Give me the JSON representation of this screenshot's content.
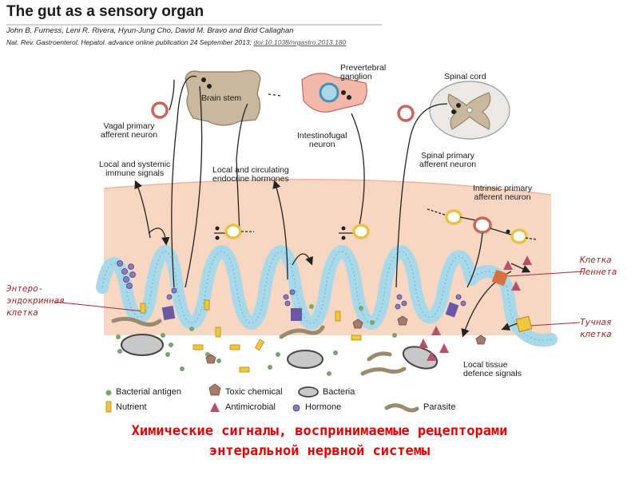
{
  "header": {
    "title": "The gut as a sensory organ",
    "authors": "John B. Furness, Leni R. Rivera, Hyun-Jung Cho, David M. Bravo and Brid Callaghan",
    "citation": "Nat. Rev. Gastroenterol. Hepatol. advance online publication 24 September 2013;",
    "doi": "doi:10.1038/nrgastro.2013.180"
  },
  "labels": {
    "brain_stem": "Brain stem",
    "prevertebral_ganglion": "Prevertebral\nganglion",
    "spinal_cord": "Spinal cord",
    "vagal_neuron": "Vagal primary\nafferent neuron",
    "intestinofugal": "Intestinofugal\nneuron",
    "spinal_afferent": "Spinal primary\nafferent neuron",
    "immune_signals": "Local and systemic\nimmune signals",
    "endocrine_hormones": "Local and circulating\nendocrine hormones",
    "intrinsic_afferent": "Intrinsic primary\nafferent neuron",
    "local_tissue": "Local tissue\ndefence signals"
  },
  "russian_labels": {
    "entero": "Энтеро-\nэндокринная\nклетка",
    "paneth": "Клетка\nПеннета",
    "mast": "Тучная\nклетка"
  },
  "legend": [
    {
      "icon": "bacterial-antigen-icon",
      "label": "Bacterial antigen"
    },
    {
      "icon": "toxic-chemical-icon",
      "label": "Toxic chemical"
    },
    {
      "icon": "bacteria-icon",
      "label": "Bacteria"
    },
    {
      "icon": "nutrient-icon",
      "label": "Nutrient"
    },
    {
      "icon": "antimicrobial-icon",
      "label": "Antimicrobial"
    },
    {
      "icon": "hormone-icon",
      "label": "Hormone"
    },
    {
      "icon": "parasite-icon",
      "label": "Parasite"
    }
  ],
  "caption": {
    "line1": "Химические сигналы, воспринимаемые рецепторами",
    "line2": "энтеральной нервной системы"
  },
  "colors": {
    "tissue": "#f8d7c2",
    "epithelium": "#a9d8e8",
    "epithelium_edge": "#5fb3d1",
    "neuron_ring": "#c9675d",
    "neuron_yellow": "#e9c04a",
    "caption_red": "#e00000",
    "russian_label": "#a02b2b"
  }
}
